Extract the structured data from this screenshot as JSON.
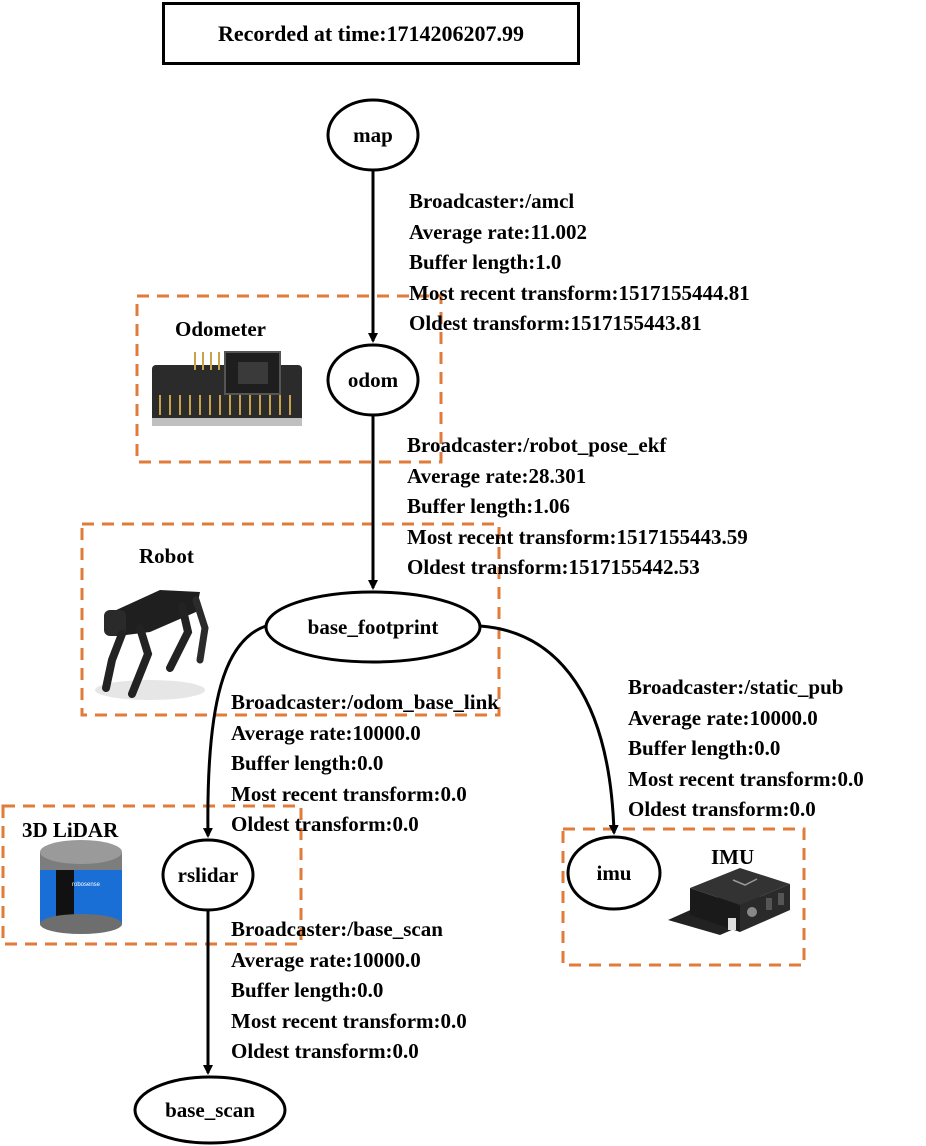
{
  "title": "Recorded at time:1714206207.99",
  "nodes": {
    "map": "map",
    "odom": "odom",
    "base_footprint": "base_footprint",
    "rslidar": "rslidar",
    "imu": "imu",
    "base_scan": "base_scan"
  },
  "edges": [
    {
      "from": "map",
      "to": "odom",
      "broadcaster": "Broadcaster:/amcl",
      "average_rate": "Average rate:11.002",
      "buffer_length": "Buffer length:1.0",
      "most_recent": "Most recent transform:1517155444.81",
      "oldest": "Oldest transform:1517155443.81"
    },
    {
      "from": "odom",
      "to": "base_footprint",
      "broadcaster": "Broadcaster:/robot_pose_ekf",
      "average_rate": "Average rate:28.301",
      "buffer_length": "Buffer length:1.06",
      "most_recent": "Most recent transform:1517155443.59",
      "oldest": "Oldest transform:1517155442.53"
    },
    {
      "from": "base_footprint",
      "to": "rslidar",
      "broadcaster": "Broadcaster:/odom_base_link",
      "average_rate": "Average rate:10000.0",
      "buffer_length": "Buffer length:0.0",
      "most_recent": "Most recent transform:0.0",
      "oldest": "Oldest transform:0.0"
    },
    {
      "from": "base_footprint",
      "to": "imu",
      "broadcaster": "Broadcaster:/static_pub",
      "average_rate": "Average rate:10000.0",
      "buffer_length": "Buffer length:0.0",
      "most_recent": "Most recent transform:0.0",
      "oldest": "Oldest transform:0.0"
    },
    {
      "from": "rslidar",
      "to": "base_scan",
      "broadcaster": "Broadcaster:/base_scan",
      "average_rate": "Average rate:10000.0",
      "buffer_length": "Buffer length:0.0",
      "most_recent": "Most recent transform:0.0",
      "oldest": "Oldest transform:0.0"
    }
  ],
  "groups": {
    "odometer": "Odometer",
    "robot": "Robot",
    "lidar": "3D LiDAR",
    "imu": "IMU"
  },
  "colors": {
    "group_border": "#e07b39",
    "line": "#000000"
  }
}
